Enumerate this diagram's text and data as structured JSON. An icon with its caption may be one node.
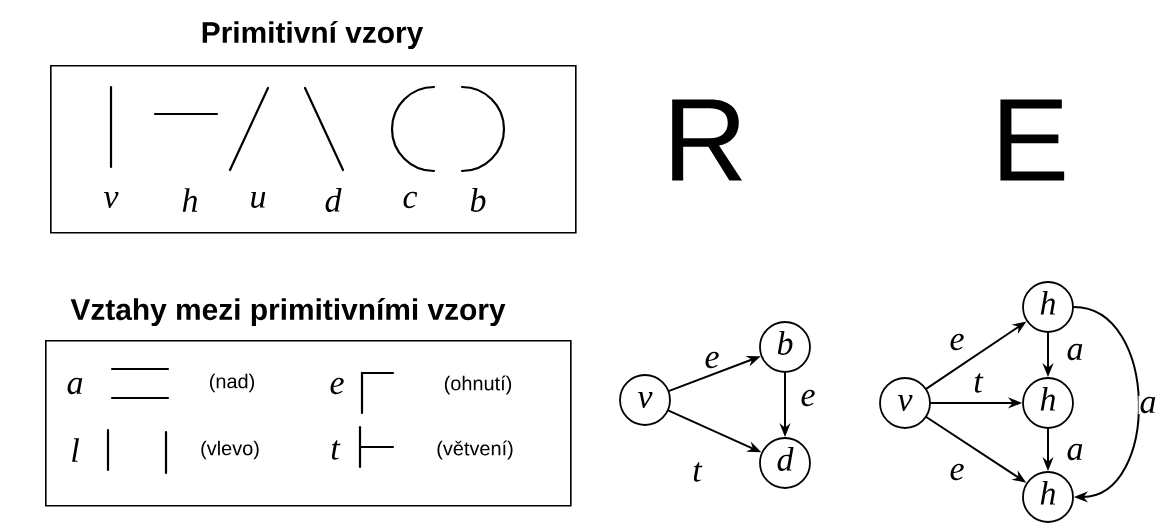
{
  "diagram": {
    "nodes": [
      {
        "text": [
          "Primitivní vzory",
          "v",
          "h",
          "u",
          "d",
          "c",
          "b"
        ]
      },
      {
        "text": [
          "Vztahy mezi primitivními vzory",
          "a",
          "(nad)",
          "e",
          "(ohnutí)",
          "l",
          "(vlevo)",
          "t",
          "(větvení)"
        ]
      },
      {
        "text": [
          "v"
        ]
      },
      {
        "text": [
          "b"
        ]
      },
      {
        "text": [
          "d"
        ]
      },
      {
        "text": [
          "v"
        ]
      },
      {
        "text": [
          "h"
        ]
      },
      {
        "text": [
          "h"
        ]
      },
      {
        "text": [
          "h"
        ]
      }
    ],
    "edges": [
      {
        "from": 2,
        "to": 3,
        "arrow": "to",
        "label": "e"
      },
      {
        "from": 3,
        "to": 4,
        "arrow": "to",
        "label": "e"
      },
      {
        "from": 2,
        "to": 4,
        "arrow": "to",
        "label": "t"
      },
      {
        "from": 5,
        "to": 6,
        "arrow": "to",
        "label": "e"
      },
      {
        "from": 5,
        "to": 7,
        "arrow": "to",
        "label": "t"
      },
      {
        "from": 5,
        "to": 8,
        "arrow": "to",
        "label": "e"
      },
      {
        "from": 6,
        "to": 7,
        "arrow": "to",
        "label": "a"
      },
      {
        "from": 7,
        "to": 8,
        "arrow": "to",
        "label": "a"
      },
      {
        "from": 6,
        "to": 8,
        "arrow": "to",
        "label": "a"
      }
    ],
    "labels": [
      "R",
      "E"
    ]
  }
}
